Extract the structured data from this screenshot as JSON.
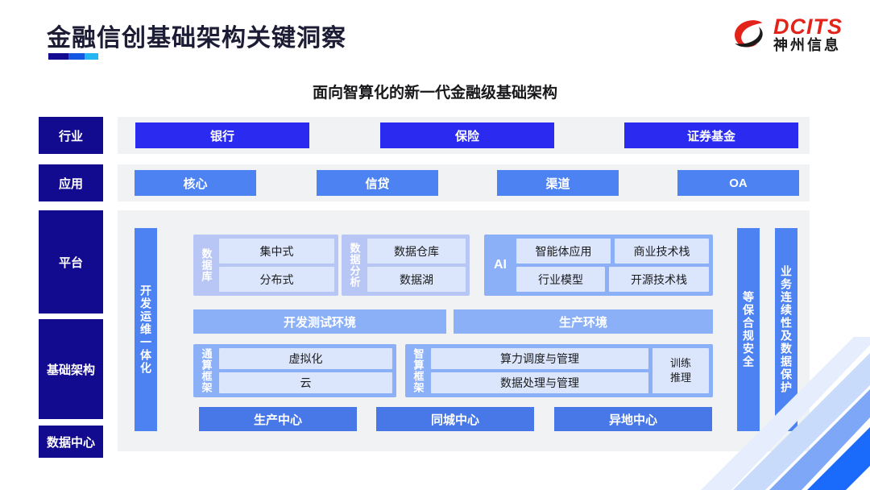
{
  "header": {
    "title": "金融信创基础架构关键洞察",
    "logo": {
      "mark": "dcits-swirl-icon",
      "en": "DCITS",
      "cn": "神州信息"
    },
    "underline_colors": [
      "#130a8f",
      "#1557e0",
      "#22b7f2"
    ]
  },
  "subtitle": "面向智算化的新一代金融级基础架构",
  "row_labels": {
    "industry": "行业",
    "application": "应用",
    "platform": "平台",
    "infrastructure": "基础架构",
    "datacenter": "数据中心"
  },
  "industry": {
    "items": [
      {
        "label": "银行"
      },
      {
        "label": "保险"
      },
      {
        "label": "证券基金"
      }
    ]
  },
  "application": {
    "items": [
      {
        "label": "核心"
      },
      {
        "label": "信贷"
      },
      {
        "label": "渠道"
      },
      {
        "label": "OA"
      }
    ]
  },
  "side_bars": {
    "devops": "开发运维一体化",
    "compliance": "等保合规安全",
    "continuity": "业务连续性及数据保护"
  },
  "platform": {
    "database": {
      "label": "数据库",
      "cells": [
        "集中式",
        "分布式"
      ]
    },
    "analytics": {
      "label": "数据分析",
      "cells": [
        "数据仓库",
        "数据湖"
      ]
    },
    "ai": {
      "label": "AI",
      "row1": [
        "智能体应用",
        "商业技术栈"
      ],
      "row2": [
        "行业模型",
        "开源技术栈"
      ]
    }
  },
  "environments": {
    "dev": "开发测试环境",
    "prod": "生产环境"
  },
  "infrastructure": {
    "general_framework": {
      "label": "通算框架",
      "cells": [
        "虚拟化",
        "云"
      ]
    },
    "intelligent_framework": {
      "label": "智算框架",
      "cells": [
        "算力调度与管理",
        "数据处理与管理"
      ],
      "side": {
        "line1": "训练",
        "line2": "推理"
      }
    }
  },
  "datacenter": {
    "items": [
      {
        "label": "生产中心"
      },
      {
        "label": "同城中心"
      },
      {
        "label": "异地中心"
      }
    ]
  },
  "colors": {
    "navy": "#120a8f",
    "industry_blue": "#2a2af0",
    "app_blue": "#4d82f3",
    "panel_gray": "#f1f2f4",
    "cell_light": "#dbe6fd",
    "group_lavender": "#b8c6f6",
    "group_medium": "#8bb0f7",
    "dc_blue": "#4877e8",
    "logo_red": "#e2231a"
  }
}
